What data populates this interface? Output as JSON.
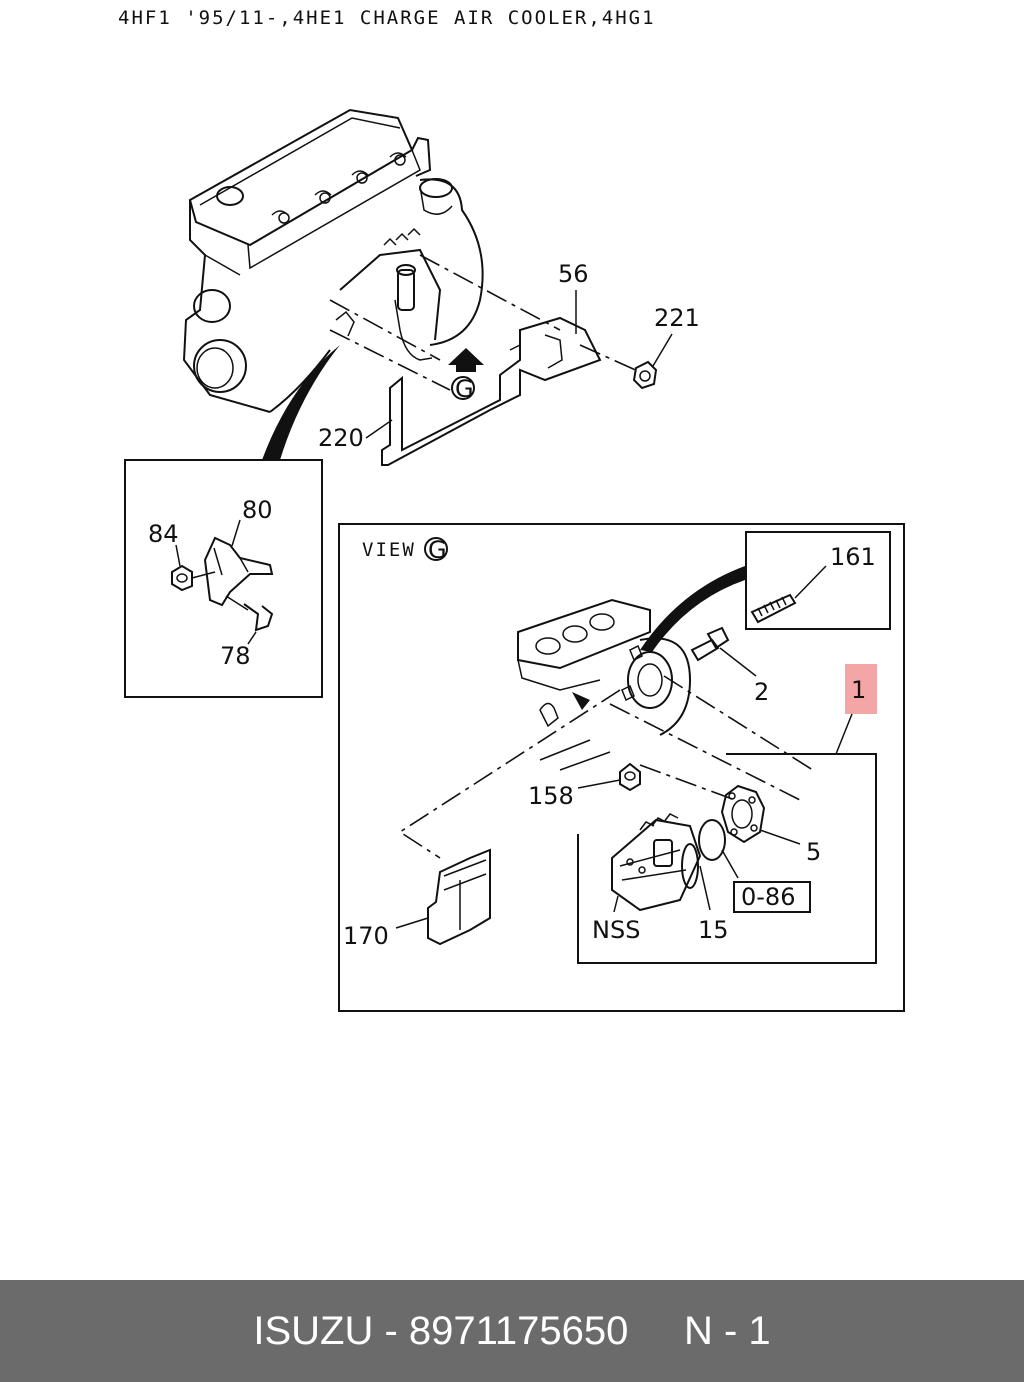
{
  "header": {
    "title": "4HF1 '95/11-,4HE1 CHARGE AIR COOLER,4HG1"
  },
  "view_label": "VIEW",
  "view_marker": "G",
  "parts": {
    "p56": "56",
    "p221": "221",
    "p220": "220",
    "p80": "80",
    "p84": "84",
    "p78": "78",
    "p161": "161",
    "p2": "2",
    "p1": "1",
    "p158": "158",
    "p5": "5",
    "p086": "0-86",
    "p170": "170",
    "nss": "NSS",
    "p15": "15"
  },
  "footer": {
    "brand": "ISUZU",
    "part_number": "8971175650",
    "page": "N - 1"
  },
  "colors": {
    "highlight": "#f4a6a6",
    "footer_bg": "#6b6b6b",
    "line": "#111111"
  }
}
